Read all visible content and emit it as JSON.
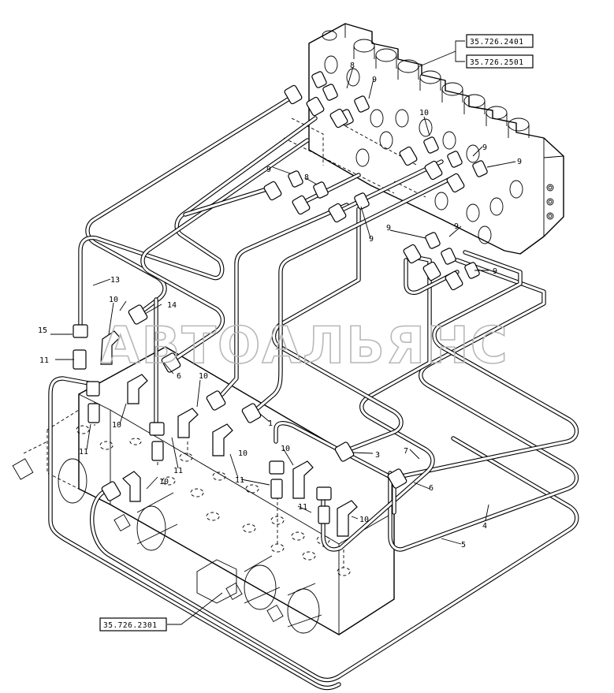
{
  "watermark": "АВТОАЛЬЯНС",
  "references": [
    "35.726.2401",
    "35.726.2501",
    "35.726.2301"
  ],
  "callouts": [
    "1",
    "3",
    "4",
    "5",
    "6",
    "7",
    "8",
    "9",
    "10",
    "11",
    "13",
    "14",
    "15"
  ]
}
